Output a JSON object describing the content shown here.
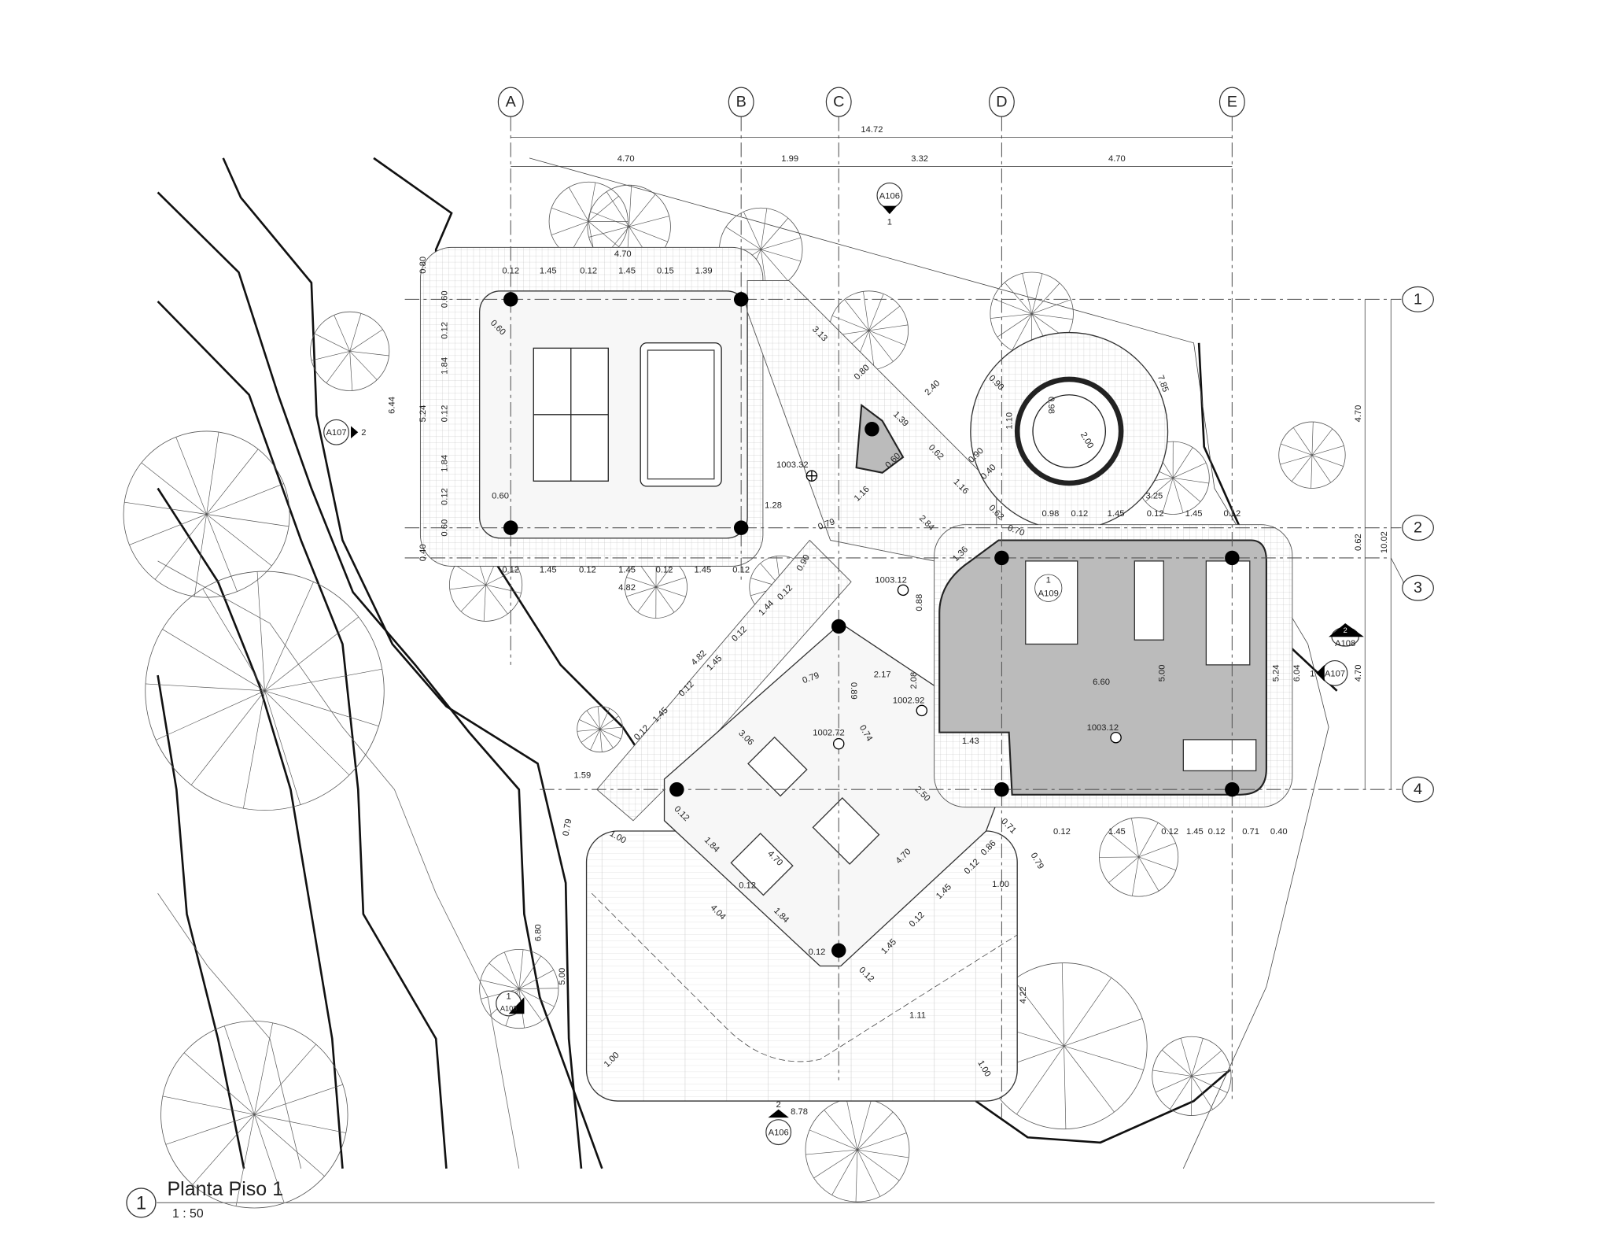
{
  "drawing": {
    "title": "Planta Piso 1",
    "scale": "1 : 50",
    "view_number": "1"
  },
  "grid": {
    "columns": [
      "A",
      "B",
      "C",
      "D",
      "E"
    ],
    "rows": [
      "1",
      "2",
      "3",
      "4"
    ]
  },
  "top_dims": {
    "overall": "14.72",
    "segments": [
      "4.70",
      "1.99",
      "3.32",
      "4.70"
    ]
  },
  "right_dims": {
    "overall": "10.02",
    "segments": [
      "4.70",
      "0.62",
      "4.70"
    ]
  },
  "levels": [
    "1003.32",
    "1003.12",
    "1002.92",
    "1002.72",
    "1003.12"
  ],
  "section_tags": [
    {
      "sheet": "A106",
      "number": "1"
    },
    {
      "sheet": "A107",
      "number": "2"
    },
    {
      "sheet": "A109",
      "number": "1"
    },
    {
      "sheet": "A108",
      "number": "2"
    },
    {
      "sheet": "A107",
      "number": "1"
    },
    {
      "sheet": "A108",
      "number": "1"
    },
    {
      "sheet": "A106",
      "number": "2"
    }
  ],
  "dims": [
    "4.70",
    "0.12",
    "1.45",
    "0.12",
    "1.45",
    "0.15",
    "1.39",
    "0.12",
    "1.45",
    "0.12",
    "1.45",
    "0.12",
    "1.45",
    "0.12",
    "4.82",
    "0.80",
    "0.60",
    "0.12",
    "1.84",
    "0.12",
    "1.84",
    "0.12",
    "0.60",
    "0.40",
    "5.24",
    "6.44",
    "0.60",
    "0.60",
    "3.13",
    "0.80",
    "2.40",
    "1.39",
    "0.60",
    "0.62",
    "1.16",
    "0.40",
    "0.90",
    "0.90",
    "1.10",
    "0.98",
    "2.00",
    "7.85",
    "3.25",
    "0.98",
    "0.12",
    "1.45",
    "0.12",
    "1.45",
    "0.12",
    "0.62",
    "0.70",
    "1.36",
    "2.84",
    "1.28",
    "0.79",
    "1.16",
    "0.90",
    "0.88",
    "1.44",
    "0.12",
    "0.12",
    "1.45",
    "4.82",
    "6.60",
    "5.00",
    "5.24",
    "6.04",
    "2.08",
    "2.17",
    "0.79",
    "0.89",
    "0.74",
    "1.43",
    "2.50",
    "3.06",
    "1.59",
    "0.12",
    "1.45",
    "0.12",
    "0.12",
    "1.45",
    "0.12",
    "1.45",
    "0.12",
    "0.71",
    "0.40",
    "0.71",
    "0.79",
    "0.86",
    "0.12",
    "1.00",
    "1.45",
    "0.12",
    "1.45",
    "0.12",
    "0.12",
    "1.84",
    "1.84",
    "4.70",
    "4.70",
    "0.12",
    "4.04",
    "1.00",
    "0.79",
    "0.12",
    "6.80",
    "5.00",
    "1.00",
    "1.11",
    "4.22",
    "1.00",
    "8.78"
  ]
}
